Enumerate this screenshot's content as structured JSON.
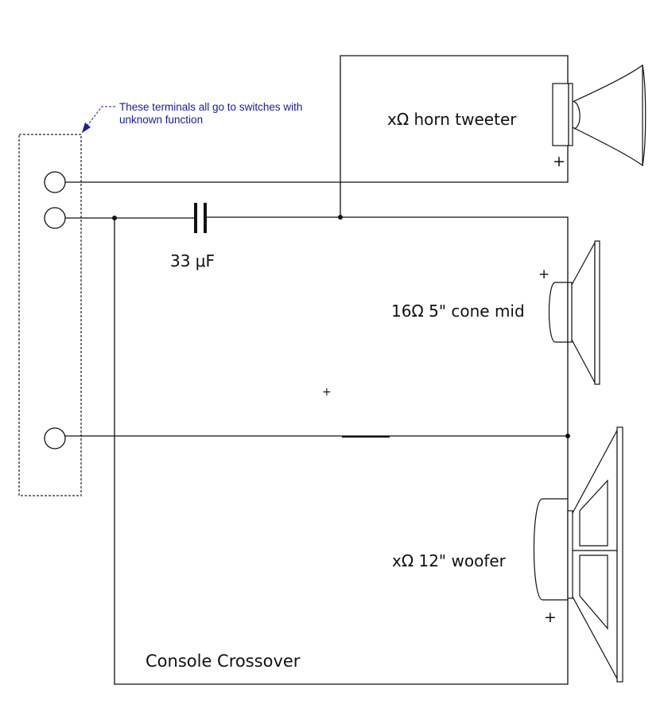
{
  "annotation": {
    "line1": "These terminals all go to switches with",
    "line2": "unknown function"
  },
  "components": {
    "capacitor_label": "33 μF",
    "tweeter_label": "xΩ horn tweeter",
    "mid_label": "16Ω 5\" cone mid",
    "woofer_label": "xΩ 12\" woofer",
    "crossover_label": "Console Crossover"
  },
  "polarity": {
    "tweeter": "+",
    "mid": "+",
    "center": "+",
    "woofer": "+"
  },
  "colors": {
    "annotation": "#1a1aa8",
    "line": "#111111",
    "dashed_box": "#777777"
  }
}
